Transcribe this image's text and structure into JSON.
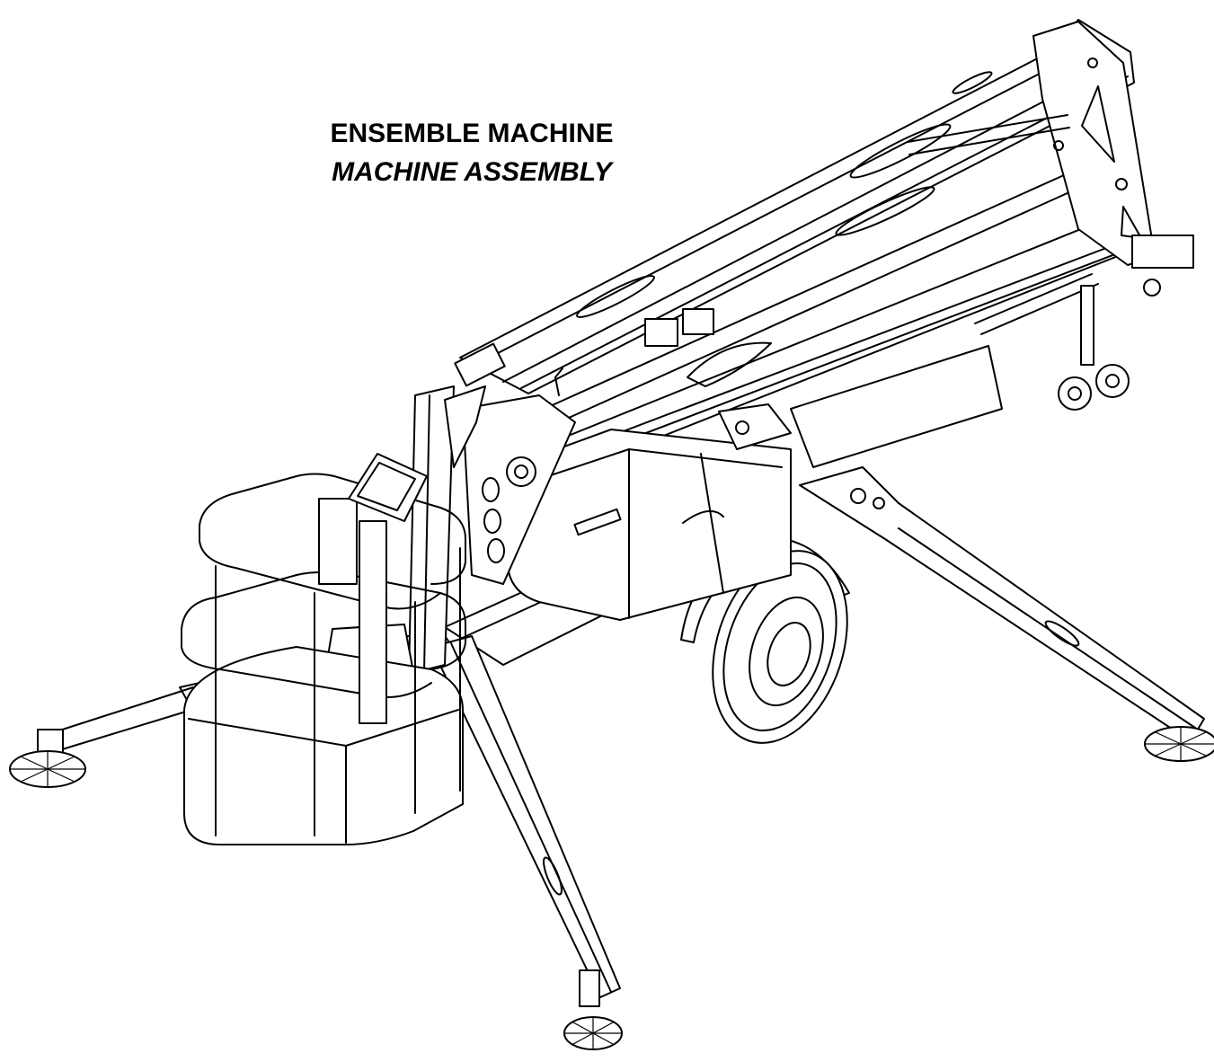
{
  "title": {
    "primary": "ENSEMBLE MACHINE",
    "secondary": "MACHINE ASSEMBLY"
  },
  "drawing": {
    "subject": "trailer-mounted-boom-lift-line-drawing",
    "stroke_color": "#000000",
    "background_color": "#ffffff"
  }
}
